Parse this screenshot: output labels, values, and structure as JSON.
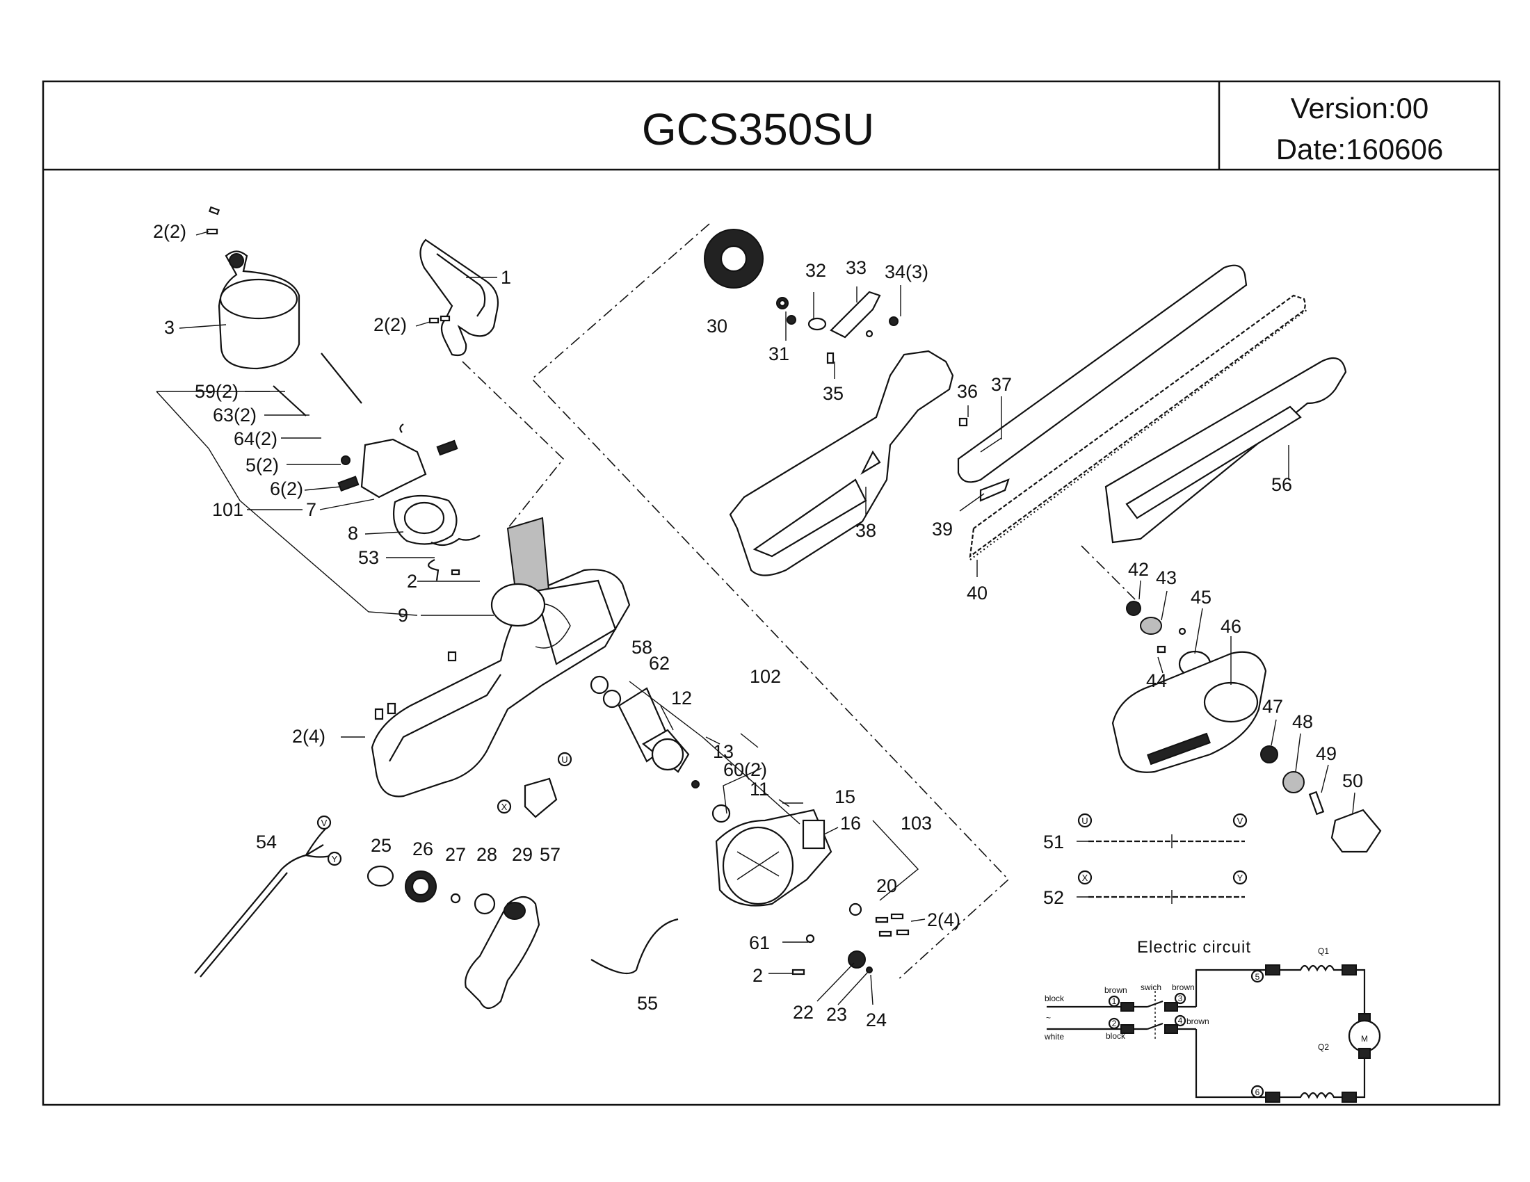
{
  "header": {
    "model": "GCS350SU",
    "version": "Version:00",
    "date": "Date:160606"
  },
  "parts": {
    "p1": "1",
    "p2_2a": "2(2)",
    "p2_2b": "2(2)",
    "p3": "3",
    "p59": "59(2)",
    "p63": "63(2)",
    "p64": "64(2)",
    "p5": "5(2)",
    "p6": "6(2)",
    "p101": "101",
    "p7": "7",
    "p8": "8",
    "p53": "53",
    "p2a": "2",
    "p9": "9",
    "p2_4a": "2(4)",
    "p54": "54",
    "p25": "25",
    "p26": "26",
    "p27": "27",
    "p28": "28",
    "p29": "29",
    "p57": "57",
    "p55": "55",
    "p58": "58",
    "p62": "62",
    "p102": "102",
    "p12": "12",
    "p13": "13",
    "p60": "60(2)",
    "p11": "11",
    "p15": "15",
    "p16": "16",
    "p103": "103",
    "p20": "20",
    "p2_4b": "2(4)",
    "p61": "61",
    "p2b": "2",
    "p22": "22",
    "p23": "23",
    "p24": "24",
    "p30": "30",
    "p31": "31",
    "p32": "32",
    "p33": "33",
    "p34": "34(3)",
    "p35": "35",
    "p38": "38",
    "p36": "36",
    "p37": "37",
    "p39": "39",
    "p40": "40",
    "p56": "56",
    "p42": "42",
    "p43": "43",
    "p45": "45",
    "p44": "44",
    "p46": "46",
    "p47": "47",
    "p48": "48",
    "p49": "49",
    "p50": "50",
    "p51": "51",
    "p52": "52"
  },
  "terminals": {
    "u": "U",
    "v": "V",
    "x": "X",
    "y": "Y"
  },
  "circuit": {
    "title": "Electric circuit",
    "q1": "Q1",
    "q2": "Q2",
    "motor": "M",
    "block_top": "block",
    "tilde": "~",
    "white": "white",
    "brown_top": "brown",
    "swich": "swich",
    "brown_right": "brown",
    "block_bottom": "block",
    "brown_bottom": "brown",
    "n1": "1",
    "n2": "2",
    "n3": "3",
    "n4": "4",
    "n5": "5",
    "n6": "6"
  }
}
